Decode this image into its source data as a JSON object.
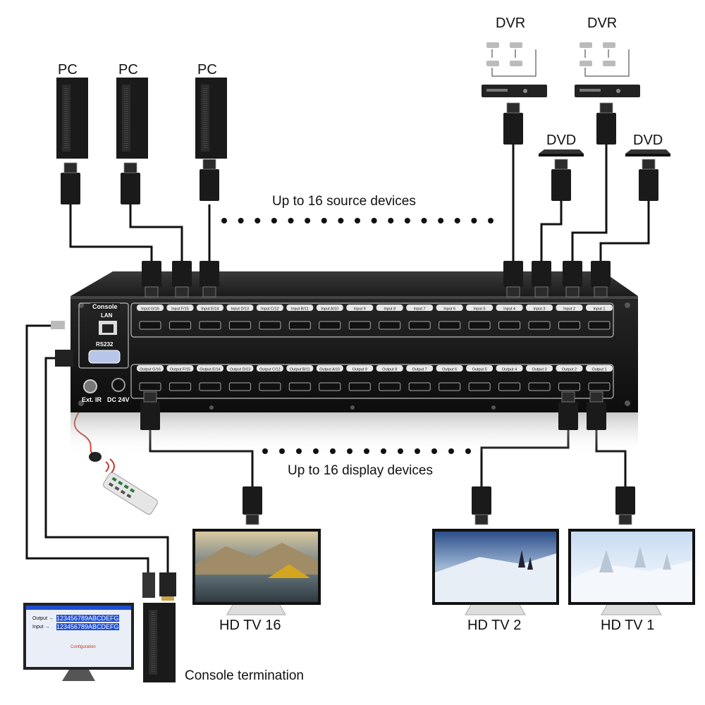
{
  "sources": {
    "pcs": [
      "PC",
      "PC",
      "PC"
    ],
    "dvrs": [
      "DVR",
      "DVR"
    ],
    "dvds": [
      "DVD",
      "DVD"
    ],
    "caption": "Up to 16 source devices"
  },
  "displays": {
    "caption": "Up to 16 display devices",
    "tvs": [
      "HD TV 16",
      "HD TV 2",
      "HD TV 1"
    ]
  },
  "console": {
    "label": "Console termination",
    "panel_title": "Console",
    "lan": "LAN",
    "rs232": "RS232",
    "ir": "Ext. IR",
    "dc": "DC 24V",
    "screen_rows": {
      "output": "Output →",
      "input": "Input →",
      "digits": "123456789ABCDEFG",
      "config": "Configuration"
    }
  },
  "matrix": {
    "inputs": [
      "Input G/16",
      "Input F/15",
      "Input E/14",
      "Input D/13",
      "Input C/12",
      "Input B/11",
      "Input A/10",
      "Input 9",
      "Input 8",
      "Input 7",
      "Input 6",
      "Input 5",
      "Input 4",
      "Input 3",
      "Input 2",
      "Input 1"
    ],
    "outputs": [
      "Output G/16",
      "Output F/15",
      "Output E/14",
      "Output D/13",
      "Output C/12",
      "Output B/11",
      "Output A/10",
      "Output 9",
      "Output 8",
      "Output 7",
      "Output 6",
      "Output 5",
      "Output 4",
      "Output 3",
      "Output 2",
      "Output 1"
    ]
  },
  "colors": {
    "chassis": "#1c1c1c",
    "cable": "#111111",
    "ir_cable": "#c0392b",
    "console_screen": "#1e4fd0"
  }
}
